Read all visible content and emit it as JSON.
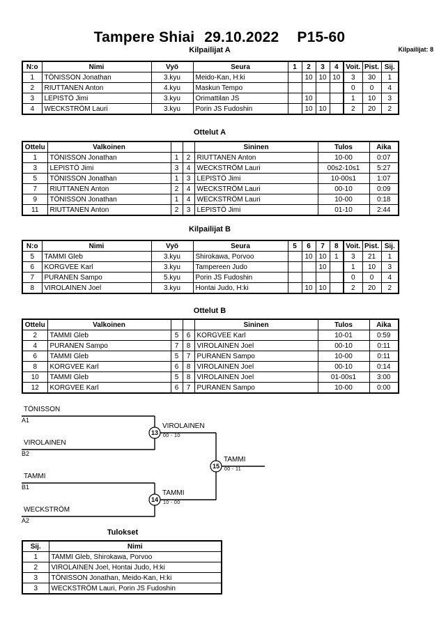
{
  "header": {
    "event": "Tampere Shiai",
    "date": "29.10.2022",
    "category": "P15-60",
    "entrants": "Kilpailijat: 8"
  },
  "pool_a": {
    "caption": "Kilpailijat A",
    "headers": [
      "N:o",
      "Nimi",
      "Vyö",
      "Seura",
      "1",
      "2",
      "3",
      "4",
      "Voit.",
      "Pist.",
      "Sij."
    ],
    "rows": [
      {
        "no": "1",
        "name": "TÖNISSON Jonathan",
        "belt": "3.kyu",
        "club": "Meido-Kan, H:ki",
        "m": [
          "",
          "10",
          "10",
          "10"
        ],
        "wins": "3",
        "points": "30",
        "rank": "1"
      },
      {
        "no": "2",
        "name": "RIUTTANEN Anton",
        "belt": "4.kyu",
        "club": "Maskun Tempo",
        "m": [
          "",
          "",
          "",
          ""
        ],
        "wins": "0",
        "points": "0",
        "rank": "4"
      },
      {
        "no": "3",
        "name": "LEPISTÖ Jimi",
        "belt": "3.kyu",
        "club": "Orimattilan JS",
        "m": [
          "",
          "10",
          "",
          ""
        ],
        "wins": "1",
        "points": "10",
        "rank": "3"
      },
      {
        "no": "4",
        "name": "WECKSTRÖM Lauri",
        "belt": "3.kyu",
        "club": "Porin JS Fudoshin",
        "m": [
          "",
          "10",
          "10",
          ""
        ],
        "wins": "2",
        "points": "20",
        "rank": "2"
      }
    ]
  },
  "matches_a": {
    "caption": "Ottelut A",
    "headers": [
      "Ottelu",
      "Valkoinen",
      "",
      "",
      "Sininen",
      "Tulos",
      "Aika"
    ],
    "rows": [
      {
        "no": "1",
        "white": "TÖNISSON Jonathan",
        "wn": "1",
        "bn": "2",
        "blue": "RIUTTANEN Anton",
        "result": "10-00",
        "time": "0:07"
      },
      {
        "no": "3",
        "white": "LEPISTÖ Jimi",
        "wn": "3",
        "bn": "4",
        "blue": "WECKSTRÖM Lauri",
        "result": "00s2-10s1",
        "time": "5:27"
      },
      {
        "no": "5",
        "white": "TÖNISSON Jonathan",
        "wn": "1",
        "bn": "3",
        "blue": "LEPISTÖ Jimi",
        "result": "10-00s1",
        "time": "1:07"
      },
      {
        "no": "7",
        "white": "RIUTTANEN Anton",
        "wn": "2",
        "bn": "4",
        "blue": "WECKSTRÖM Lauri",
        "result": "00-10",
        "time": "0:09"
      },
      {
        "no": "9",
        "white": "TÖNISSON Jonathan",
        "wn": "1",
        "bn": "4",
        "blue": "WECKSTRÖM Lauri",
        "result": "10-00",
        "time": "0:18"
      },
      {
        "no": "11",
        "white": "RIUTTANEN Anton",
        "wn": "2",
        "bn": "3",
        "blue": "LEPISTÖ Jimi",
        "result": "01-10",
        "time": "2:44"
      }
    ]
  },
  "pool_b": {
    "caption": "Kilpailijat B",
    "headers": [
      "N:o",
      "Nimi",
      "Vyö",
      "Seura",
      "5",
      "6",
      "7",
      "8",
      "Voit.",
      "Pist.",
      "Sij."
    ],
    "rows": [
      {
        "no": "5",
        "name": "TAMMI Gleb",
        "belt": "3.kyu",
        "club": "Shirokawa, Porvoo",
        "m": [
          "",
          "10",
          "10",
          "1"
        ],
        "wins": "3",
        "points": "21",
        "rank": "1"
      },
      {
        "no": "6",
        "name": "KORGVEE Karl",
        "belt": "3.kyu",
        "club": "Tampereen Judo",
        "m": [
          "",
          "",
          "10",
          ""
        ],
        "wins": "1",
        "points": "10",
        "rank": "3"
      },
      {
        "no": "7",
        "name": "PURANEN Sampo",
        "belt": "5.kyu",
        "club": "Porin JS Fudoshin",
        "m": [
          "",
          "",
          "",
          ""
        ],
        "wins": "0",
        "points": "0",
        "rank": "4"
      },
      {
        "no": "8",
        "name": "VIROLAINEN Joel",
        "belt": "3.kyu",
        "club": "Hontai Judo, H:ki",
        "m": [
          "",
          "10",
          "10",
          ""
        ],
        "wins": "2",
        "points": "20",
        "rank": "2"
      }
    ]
  },
  "matches_b": {
    "caption": "Ottelut B",
    "headers": [
      "Ottelu",
      "Valkoinen",
      "",
      "",
      "Sininen",
      "Tulos",
      "Aika"
    ],
    "rows": [
      {
        "no": "2",
        "white": "TAMMI Gleb",
        "wn": "5",
        "bn": "6",
        "blue": "KORGVEE Karl",
        "result": "10-01",
        "time": "0:59"
      },
      {
        "no": "4",
        "white": "PURANEN Sampo",
        "wn": "7",
        "bn": "8",
        "blue": "VIROLAINEN Joel",
        "result": "00-10",
        "time": "0:11"
      },
      {
        "no": "6",
        "white": "TAMMI Gleb",
        "wn": "5",
        "bn": "7",
        "blue": "PURANEN Sampo",
        "result": "10-00",
        "time": "0:11"
      },
      {
        "no": "8",
        "white": "KORGVEE Karl",
        "wn": "6",
        "bn": "8",
        "blue": "VIROLAINEN Joel",
        "result": "00-10",
        "time": "0:14"
      },
      {
        "no": "10",
        "white": "TAMMI Gleb",
        "wn": "5",
        "bn": "8",
        "blue": "VIROLAINEN Joel",
        "result": "01-00s1",
        "time": "3:00"
      },
      {
        "no": "12",
        "white": "KORGVEE Karl",
        "wn": "6",
        "bn": "7",
        "blue": "PURANEN Sampo",
        "result": "10-00",
        "time": "0:00"
      }
    ]
  },
  "bracket": {
    "entries": [
      {
        "name": "TÖNISSON",
        "seed": "A1"
      },
      {
        "name": "VIROLAINEN",
        "seed": "B2"
      },
      {
        "name": "TAMMI",
        "seed": "B1"
      },
      {
        "name": "WECKSTRÖM",
        "seed": "A2"
      }
    ],
    "semi1": {
      "number": "13",
      "winner": "VIROLAINEN",
      "score": "00 - 10"
    },
    "semi2": {
      "number": "14",
      "winner": "TAMMI",
      "score": "10 - 00"
    },
    "final": {
      "number": "15",
      "winner": "TAMMI",
      "score": "00 - 11"
    }
  },
  "results": {
    "caption": "Tulokset",
    "headers": [
      "Sij.",
      "Nimi"
    ],
    "rows": [
      {
        "rank": "1",
        "name": "TAMMI Gleb, Shirokawa, Porvoo"
      },
      {
        "rank": "2",
        "name": "VIROLAINEN Joel, Hontai Judo, H:ki"
      },
      {
        "rank": "3",
        "name": "TÖNISSON Jonathan, Meido-Kan, H:ki"
      },
      {
        "rank": "3",
        "name": "WECKSTRÖM Lauri, Porin JS Fudoshin"
      }
    ]
  }
}
